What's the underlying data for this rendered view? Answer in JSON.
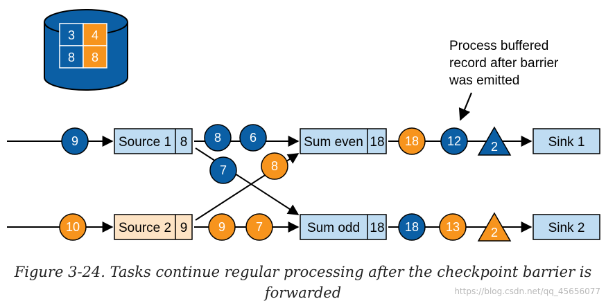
{
  "state_store": {
    "values": [
      "3",
      "4",
      "8",
      "8"
    ]
  },
  "annotation": {
    "lines": [
      "Process buffered",
      "record after barrier",
      "was emitted"
    ]
  },
  "nodes": {
    "source1": {
      "label": "Source 1",
      "value": "8"
    },
    "source2": {
      "label": "Source 2",
      "value": "9"
    },
    "sum_even": {
      "label": "Sum even",
      "value": "18"
    },
    "sum_odd": {
      "label": "Sum odd",
      "value": "18"
    },
    "sink1": {
      "label": "Sink 1"
    },
    "sink2": {
      "label": "Sink 2"
    }
  },
  "records": {
    "in1": "9",
    "in2": "10",
    "s1_a": "8",
    "s1_b": "6",
    "cross_7": "7",
    "cross_8": "8",
    "s2_a": "9",
    "s2_b": "7",
    "even_out1": "18",
    "even_out2": "12",
    "odd_out1": "18",
    "odd_out2": "13"
  },
  "barriers": {
    "b1": "2",
    "b2": "2"
  },
  "caption": {
    "line1": "Figure 3-24. Tasks continue regular processing after the checkpoint barrier is",
    "line2": "forwarded"
  },
  "watermark": "https://blog.csdn.net/qq_45656077",
  "colors": {
    "blue": "#0b5fa5",
    "orange": "#f7941d",
    "box_blue": "#bfdcf2",
    "box_peach": "#fde3c4"
  }
}
